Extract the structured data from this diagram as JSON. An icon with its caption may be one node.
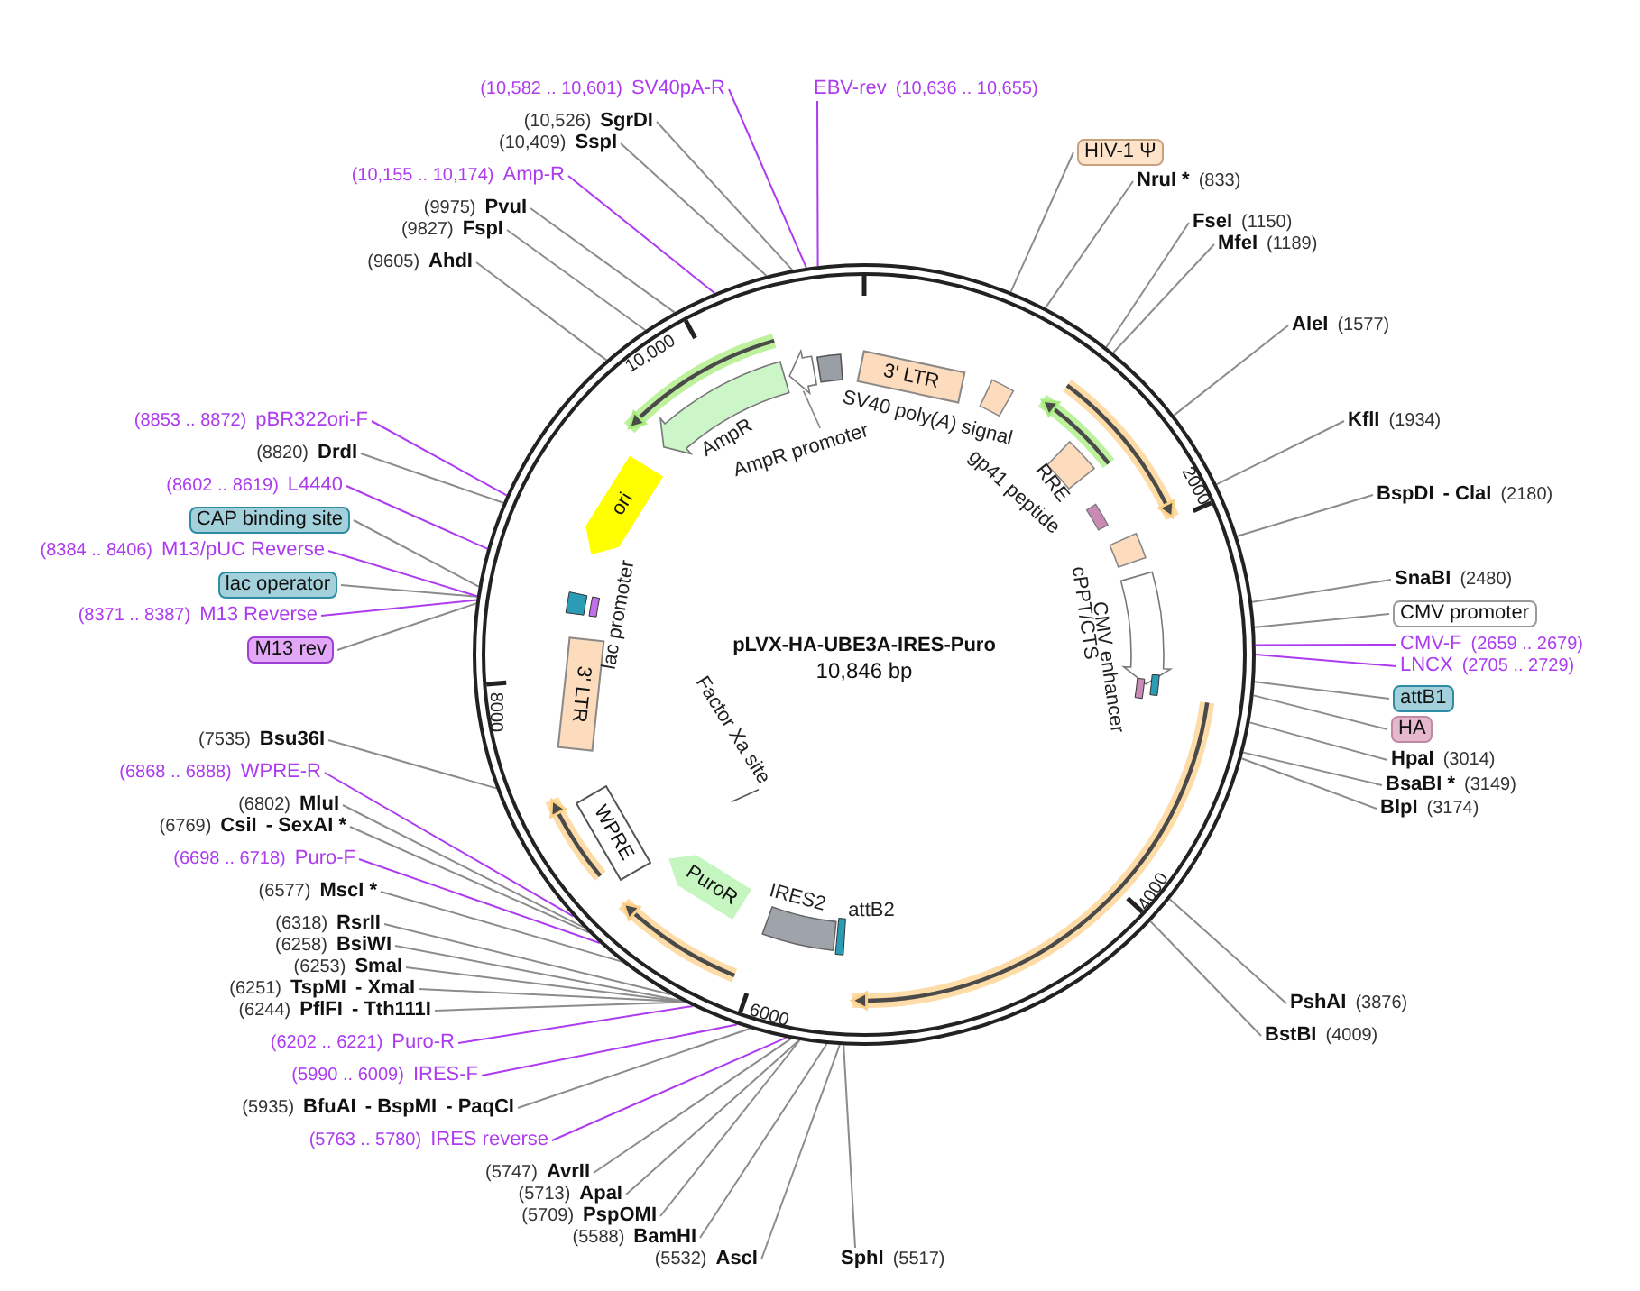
{
  "diagram": {
    "nodes": [
      {
        "text": [
          "pLVX-HA-UBE3A-IRES-Puro",
          "10,846 bp"
        ]
      },
      {
        "text": [
          "HIV-1 Ψ"
        ]
      },
      {
        "text": [
          "NruI *",
          "(833)"
        ]
      },
      {
        "text": [
          "FseI",
          "(1150)"
        ]
      },
      {
        "text": [
          "MfeI",
          "(1189)"
        ]
      },
      {
        "text": [
          "AleI",
          "(1577)"
        ]
      },
      {
        "text": [
          "KflI",
          "(1934)"
        ]
      },
      {
        "text": [
          "BspDI",
          "- ClaI",
          "(2180)"
        ]
      },
      {
        "text": [
          "SnaBI",
          "(2480)"
        ]
      },
      {
        "text": [
          "CMV promoter"
        ]
      },
      {
        "text": [
          "CMV-F",
          "(2659 .. 2679)"
        ]
      },
      {
        "text": [
          "LNCX",
          "(2705 .. 2729)"
        ]
      },
      {
        "text": [
          "attB1"
        ]
      },
      {
        "text": [
          "HA"
        ]
      },
      {
        "text": [
          "HpaI",
          "(3014)"
        ]
      },
      {
        "text": [
          "BsaBI *",
          "(3149)"
        ]
      },
      {
        "text": [
          "BlpI",
          "(3174)"
        ]
      },
      {
        "text": [
          "PshAI",
          "(3876)"
        ]
      },
      {
        "text": [
          "BstBI",
          "(4009)"
        ]
      },
      {
        "text": [
          "SphI",
          "(5517)"
        ]
      },
      {
        "text": [
          "(5532)",
          "AscI"
        ]
      },
      {
        "text": [
          "(5588)",
          "BamHI"
        ]
      },
      {
        "text": [
          "(5709)",
          "PspOMI"
        ]
      },
      {
        "text": [
          "(5713)",
          "ApaI"
        ]
      },
      {
        "text": [
          "(5747)",
          "AvrII"
        ]
      },
      {
        "text": [
          "(5763 .. 5780)",
          "IRES reverse"
        ]
      },
      {
        "text": [
          "(5935)",
          "BfuAI",
          "- BspMI",
          "- PaqCI"
        ]
      },
      {
        "text": [
          "(5990 .. 6009)",
          "IRES-F"
        ]
      },
      {
        "text": [
          "(6202 .. 6221)",
          "Puro-R"
        ]
      },
      {
        "text": [
          "(6244)",
          "PflFI",
          "- Tth111I"
        ]
      },
      {
        "text": [
          "(6251)",
          "TspMI",
          "- XmaI"
        ]
      },
      {
        "text": [
          "(6253)",
          "SmaI"
        ]
      },
      {
        "text": [
          "(6258)",
          "BsiWI"
        ]
      },
      {
        "text": [
          "(6318)",
          "RsrII"
        ]
      },
      {
        "text": [
          "(6577)",
          "MscI *"
        ]
      },
      {
        "text": [
          "(6698 .. 6718)",
          "Puro-F"
        ]
      },
      {
        "text": [
          "(6769)",
          "CsiI",
          "- SexAI *"
        ]
      },
      {
        "text": [
          "(6802)",
          "MluI"
        ]
      },
      {
        "text": [
          "(6868 .. 6888)",
          "WPRE-R"
        ]
      },
      {
        "text": [
          "(7535)",
          "Bsu36I"
        ]
      },
      {
        "text": [
          "M13 rev"
        ]
      },
      {
        "text": [
          "(8371 .. 8387)",
          "M13 Reverse"
        ]
      },
      {
        "text": [
          "lac operator"
        ]
      },
      {
        "text": [
          "(8384 .. 8406)",
          "M13/pUC Reverse"
        ]
      },
      {
        "text": [
          "CAP binding site"
        ]
      },
      {
        "text": [
          "(8602 .. 8619)",
          "L4440"
        ]
      },
      {
        "text": [
          "(8820)",
          "DrdI"
        ]
      },
      {
        "text": [
          "(8853 .. 8872)",
          "pBR322ori-F"
        ]
      },
      {
        "text": [
          "(9605)",
          "AhdI"
        ]
      },
      {
        "text": [
          "(9827)",
          "FspI"
        ]
      },
      {
        "text": [
          "(9975)",
          "PvuI"
        ]
      },
      {
        "text": [
          "(10,155 .. 10,174)",
          "Amp-R"
        ]
      },
      {
        "text": [
          "(10,409)",
          "SspI"
        ]
      },
      {
        "text": [
          "(10,526)",
          "SgrDI"
        ]
      },
      {
        "text": [
          "(10,582 .. 10,601)",
          "SV40pA-R"
        ]
      },
      {
        "text": [
          "EBV-rev",
          "(10,636 .. 10,655)"
        ]
      },
      {
        "text": [
          "3' LTR"
        ],
        "in": 0
      },
      {
        "text": [
          "ori"
        ],
        "in": 0
      },
      {
        "text": [
          "3' LTR"
        ],
        "in": 0
      },
      {
        "text": [
          "WPRE"
        ],
        "in": 0
      },
      {
        "text": [
          "PuroR"
        ],
        "in": 0
      }
    ],
    "edges": [
      {
        "from": 1,
        "to": 0,
        "arrow": "none"
      },
      {
        "from": 2,
        "to": 0,
        "arrow": "none"
      },
      {
        "from": 3,
        "to": 0,
        "arrow": "none"
      },
      {
        "from": 4,
        "to": 0,
        "arrow": "none"
      },
      {
        "from": 5,
        "to": 0,
        "arrow": "none"
      },
      {
        "from": 6,
        "to": 0,
        "arrow": "none"
      },
      {
        "from": 7,
        "to": 0,
        "arrow": "none"
      },
      {
        "from": 8,
        "to": 0,
        "arrow": "none"
      },
      {
        "from": 9,
        "to": 0,
        "arrow": "none"
      },
      {
        "from": 10,
        "to": 0,
        "arrow": "none",
        "color": "#ad3bf0"
      },
      {
        "from": 11,
        "to": 0,
        "arrow": "none",
        "color": "#ad3bf0"
      },
      {
        "from": 12,
        "to": 0,
        "arrow": "none"
      },
      {
        "from": 13,
        "to": 0,
        "arrow": "none"
      },
      {
        "from": 14,
        "to": 0,
        "arrow": "none"
      },
      {
        "from": 15,
        "to": 0,
        "arrow": "none"
      },
      {
        "from": 16,
        "to": 0,
        "arrow": "none"
      },
      {
        "from": 17,
        "to": 0,
        "arrow": "none"
      },
      {
        "from": 18,
        "to": 0,
        "arrow": "none"
      },
      {
        "from": 19,
        "to": 0,
        "arrow": "none"
      },
      {
        "from": 20,
        "to": 0,
        "arrow": "none"
      },
      {
        "from": 21,
        "to": 0,
        "arrow": "none"
      },
      {
        "from": 22,
        "to": 0,
        "arrow": "none"
      },
      {
        "from": 23,
        "to": 0,
        "arrow": "none"
      },
      {
        "from": 24,
        "to": 0,
        "arrow": "none"
      },
      {
        "from": 25,
        "to": 0,
        "arrow": "none",
        "color": "#ad3bf0"
      },
      {
        "from": 26,
        "to": 0,
        "arrow": "none"
      },
      {
        "from": 27,
        "to": 0,
        "arrow": "none",
        "color": "#ad3bf0"
      },
      {
        "from": 28,
        "to": 0,
        "arrow": "none",
        "color": "#ad3bf0"
      },
      {
        "from": 29,
        "to": 0,
        "arrow": "none"
      },
      {
        "from": 30,
        "to": 0,
        "arrow": "none"
      },
      {
        "from": 31,
        "to": 0,
        "arrow": "none"
      },
      {
        "from": 32,
        "to": 0,
        "arrow": "none"
      },
      {
        "from": 33,
        "to": 0,
        "arrow": "none"
      },
      {
        "from": 34,
        "to": 0,
        "arrow": "none"
      },
      {
        "from": 35,
        "to": 0,
        "arrow": "none",
        "color": "#ad3bf0"
      },
      {
        "from": 36,
        "to": 0,
        "arrow": "none"
      },
      {
        "from": 37,
        "to": 0,
        "arrow": "none"
      },
      {
        "from": 38,
        "to": 0,
        "arrow": "none",
        "color": "#ad3bf0"
      },
      {
        "from": 39,
        "to": 0,
        "arrow": "none"
      },
      {
        "from": 40,
        "to": 0,
        "arrow": "none"
      },
      {
        "from": 41,
        "to": 0,
        "arrow": "none",
        "color": "#ad3bf0"
      },
      {
        "from": 42,
        "to": 0,
        "arrow": "none"
      },
      {
        "from": 43,
        "to": 0,
        "arrow": "none",
        "color": "#ad3bf0"
      },
      {
        "from": 44,
        "to": 0,
        "arrow": "none"
      },
      {
        "from": 45,
        "to": 0,
        "arrow": "none",
        "color": "#ad3bf0"
      },
      {
        "from": 46,
        "to": 0,
        "arrow": "none"
      },
      {
        "from": 47,
        "to": 0,
        "arrow": "none",
        "color": "#ad3bf0"
      },
      {
        "from": 48,
        "to": 0,
        "arrow": "none"
      },
      {
        "from": 49,
        "to": 0,
        "arrow": "none"
      },
      {
        "from": 50,
        "to": 0,
        "arrow": "none"
      },
      {
        "from": 51,
        "to": 0,
        "arrow": "none",
        "color": "#ad3bf0"
      },
      {
        "from": 52,
        "to": 0,
        "arrow": "none"
      },
      {
        "from": 53,
        "to": 0,
        "arrow": "none"
      },
      {
        "from": 54,
        "to": 0,
        "arrow": "none",
        "color": "#ad3bf0"
      },
      {
        "from": 55,
        "to": 0,
        "arrow": "none",
        "color": "#ad3bf0"
      }
    ],
    "labels": [
      "10,000",
      "2000",
      "AmpR",
      "AmpR promoter",
      "SV40 poly(*A*) signal",
      "RRE",
      "gp41 peptide",
      "lac promoter",
      "cPPT/CTS",
      "CMV enhancer",
      "8000",
      "Factor Xa site",
      "IRES2",
      "attB2",
      "4000",
      "6000"
    ]
  }
}
